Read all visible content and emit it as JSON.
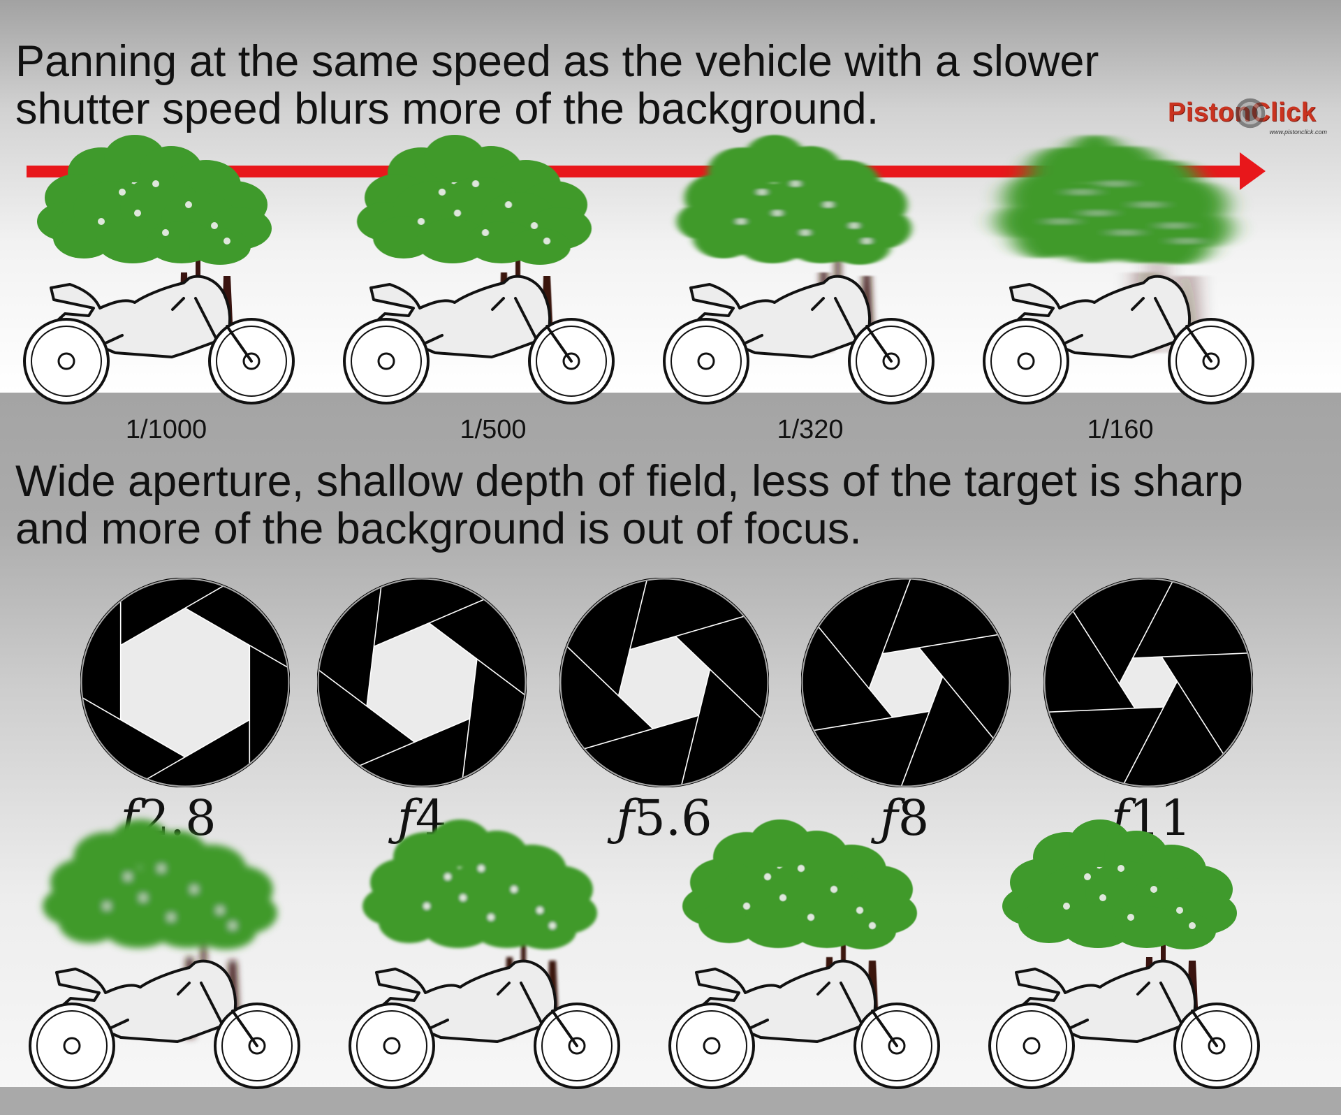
{
  "top_panel": {
    "title": "Panning at the same speed as the vehicle with a slower\nshutter speed blurs more of the background.",
    "shutter_speeds": [
      "1/1000",
      "1/500",
      "1/320",
      "1/160"
    ],
    "arrow_color": "#e8171b"
  },
  "logo": {
    "text": "PistonClick",
    "url": "www.pistonclick.com",
    "color": "#c9331f"
  },
  "bottom_panel": {
    "title": "Wide aperture, shallow depth of field, less of the target is sharp\nand more of the background is out of focus.",
    "f_symbol": "ƒ",
    "apertures": [
      "2.8",
      "4",
      "5.6",
      "8",
      "11"
    ]
  },
  "colors": {
    "foliage": "#3f9a2c",
    "trunk": "#3a1410",
    "bike_fill": "#ededed",
    "bike_stroke": "#111111"
  },
  "icons": {
    "scene": "motorcycle-with-trees",
    "aperture": "aperture-blades-icon"
  }
}
